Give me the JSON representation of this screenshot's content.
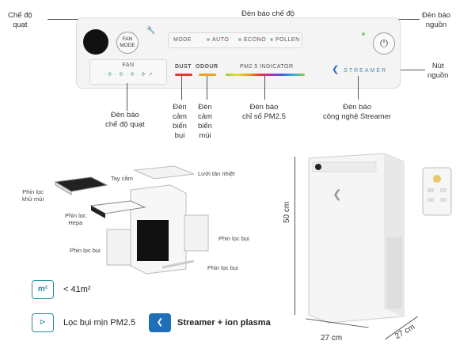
{
  "panel": {
    "fan_mode_btn": "FAN MODE",
    "mode_label": "MODE",
    "modes": [
      "AUTO",
      "ECONO",
      "POLLEN"
    ],
    "fan_label": "FAN",
    "dust_label": "DUST",
    "odour_label": "ODOUR",
    "pm_label": "PM2.5  INDICATOR",
    "streamer_label": "STREAMER"
  },
  "labels": {
    "che_do_quat": "Chế độ\nquạt",
    "den_bao_che_do": "Đèn báo chế độ",
    "den_bao_nguon": "Đèn báo\nnguồn",
    "nut_nguon": "Nút\nnguồn",
    "den_bao_che_do_quat": "Đèn báo\nchế độ quạt",
    "den_cam_bien_bui": "Đèn\ncảm\nbiến\nbụi",
    "den_cam_bien_mui": "Đèn\ncảm\nbiến\nmùi",
    "den_bao_pm": "Đèn báo\nchỉ số PM2.5",
    "den_bao_streamer": "Đèn báo\ncông nghệ Streamer"
  },
  "parts": {
    "tay_cam": "Tay cầm",
    "luoi_tan_nhiet": "Lưới tản nhiệt",
    "phin_loc_khu_mui": "Phin lọc\nkhử mùi",
    "phin_loc_hepa": "Phin lọc\nHepa",
    "phin_loc_bui_1": "Phin lọc bụi",
    "phin_loc_bui_2": "Phin lọc bụi",
    "phin_loc_bui_3": "Phin lọc bụi"
  },
  "features": {
    "area_icon": "m²",
    "area_value": "< 41m²",
    "pm_text": "Lọc bụi mịn PM2.5",
    "streamer_text": "Streamer + ion plasma"
  },
  "dimensions": {
    "height": "50 cm",
    "width": "27 cm",
    "depth": "27 cm"
  },
  "colors": {
    "dust_led": "#e23b2e",
    "odour_led": "#f0a020",
    "accent": "#2a8aa0"
  }
}
